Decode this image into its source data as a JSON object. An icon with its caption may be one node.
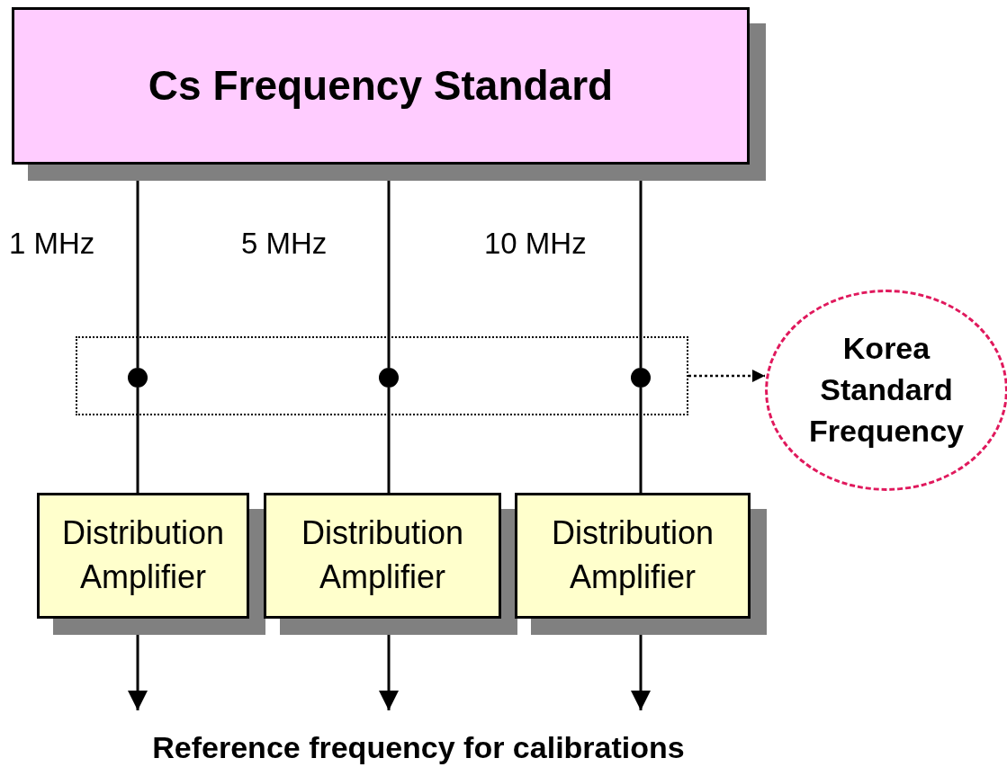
{
  "diagram": {
    "nodes": [
      {
        "text": [
          "Cs Frequency Standard"
        ]
      },
      {
        "text": [],
        "shape": "box"
      },
      {
        "text": [],
        "shape": "circle",
        "in": 1
      },
      {
        "text": [],
        "shape": "circle",
        "in": 1
      },
      {
        "text": [],
        "shape": "circle",
        "in": 1
      },
      {
        "text": [
          "Korea Standard Frequency"
        ]
      },
      {
        "text": [
          "Distribution Amplifier"
        ]
      },
      {
        "text": [
          "Distribution Amplifier"
        ]
      },
      {
        "text": [
          "Distribution Amplifier"
        ]
      }
    ],
    "edges": [
      {
        "from": 0,
        "to": 2,
        "arrow": "none",
        "label": "1 MHz"
      },
      {
        "from": 0,
        "to": 3,
        "arrow": "none",
        "label": "5 MHz"
      },
      {
        "from": 0,
        "to": 4,
        "arrow": "none",
        "label": "10 MHz"
      },
      {
        "from": 2,
        "to": 6,
        "arrow": "none"
      },
      {
        "from": 3,
        "to": 7,
        "arrow": "none"
      },
      {
        "from": 4,
        "to": 8,
        "arrow": "none"
      },
      {
        "from": 1,
        "to": 5,
        "arrow": "to",
        "style": "dashed"
      },
      {
        "from": 6,
        "to": null,
        "arrow": "to"
      },
      {
        "from": 7,
        "to": null,
        "arrow": "to"
      },
      {
        "from": 8,
        "to": null,
        "arrow": "to"
      }
    ],
    "labels": [
      "Reference frequency for calibrations"
    ]
  }
}
